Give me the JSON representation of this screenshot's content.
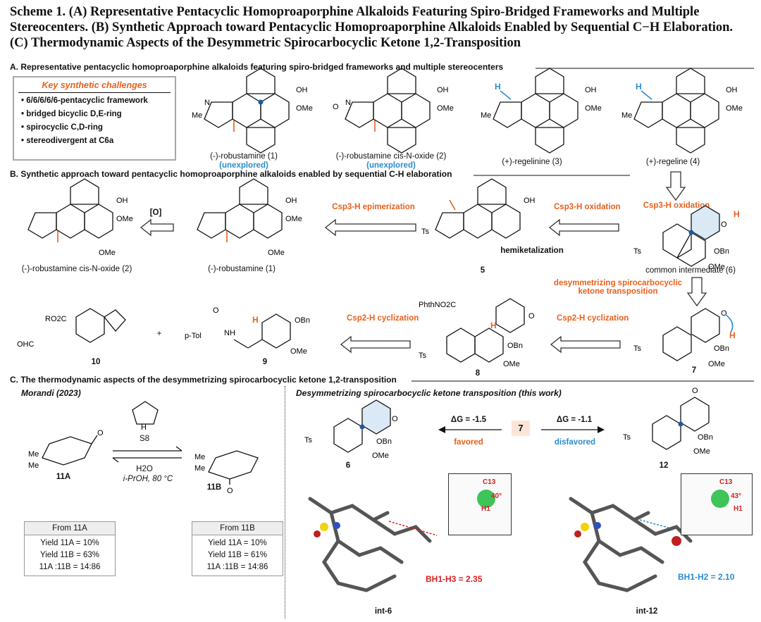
{
  "title": "Scheme 1. (A) Representative Pentacyclic Homoproaporphine Alkaloids Featuring Spiro-Bridged Frameworks and Multiple Stereocenters. (B) Synthetic Approach toward Pentacyclic Homoproaporphine Alkaloids Enabled by Sequential C−H Elaboration. (C) Thermodynamic Aspects of the Desymmetric Spirocarbocyclic Ketone 1,2-Transposition",
  "sectionA": {
    "heading": "A. Representative pentacyclic homoproaporphine alkaloids featuring spiro-bridged frameworks and multiple stereocenters",
    "challenges_title": "Key synthetic challenges",
    "challenges": [
      "6/6/6/6/6-pentacyclic framework",
      "bridged bicyclic D,E-ring",
      "spirocyclic C,D-ring",
      "stereodivergent at C6a"
    ],
    "compounds": [
      {
        "name": "(-)-robustamine (1)",
        "note": "(unexplored)"
      },
      {
        "name": "(-)-robustamine cis-N-oxide (2)",
        "note": "(unexplored)"
      },
      {
        "name": "(+)-regelinine (3)",
        "note": ""
      },
      {
        "name": "(+)-regeline (4)",
        "note": ""
      }
    ]
  },
  "sectionB": {
    "heading": "B. Synthetic approach toward pentacyclic homoproaporphine alkaloids enabled by sequential C-H elaboration",
    "labels": {
      "c2": "(-)-robustamine cis-N-oxide (2)",
      "c1": "(-)-robustamine (1)",
      "c5": "5",
      "c6": "common intermediate (6)",
      "c7": "7",
      "c8": "8",
      "c9": "9",
      "c10": "10",
      "plus": "+"
    },
    "arrows": {
      "ox": "[O]",
      "epim": "Csp3-H epimerization",
      "oxid": "Csp3-H oxidation",
      "oxid2": "Csp3-H oxidation",
      "desym": "desymmetrizing spirocarbocyclic ketone transposition",
      "cyc1": "Csp2-H cyclization",
      "cyc2": "Csp2-H cyclization",
      "hemi": "hemiketalization"
    }
  },
  "sectionC": {
    "heading": "C. The thermodynamic aspects of the desymmetrizing spirocarbocyclic ketone 1,2-transposition",
    "left_title": "Morandi (2023)",
    "reagent_top": "S8",
    "reagent_bottom1": "H2O",
    "reagent_bottom2": "i-PrOH, 80 °C",
    "c11A": "11A",
    "c11B": "11B",
    "table1": {
      "header": "From 11A",
      "rows": [
        "Yield 11A = 10%",
        "Yield 11B = 63%",
        "11A :11B = 14:86"
      ]
    },
    "table2": {
      "header": "From 11B",
      "rows": [
        "Yield 11A = 10%",
        "Yield 11B = 61%",
        "11A :11B = 14:86"
      ]
    },
    "right_title": "Desymmetrizing spirocarbocyclic ketone transposition (this work)",
    "dG_left": "ΔG = -1.5",
    "dG_right": "ΔG = -1.1",
    "center": "7",
    "favored": "favored",
    "disfavored": "disfavored",
    "c6": "6",
    "c12": "12",
    "int6": "int-6",
    "int12": "int-12",
    "b_left": "BH1-H3 = 2.35",
    "b_right": "BH1-H2 = 2.10",
    "angle_left": "40°",
    "angle_right": "43°"
  },
  "colors": {
    "accent": "#e8601c",
    "blue": "#2a8ccf"
  }
}
